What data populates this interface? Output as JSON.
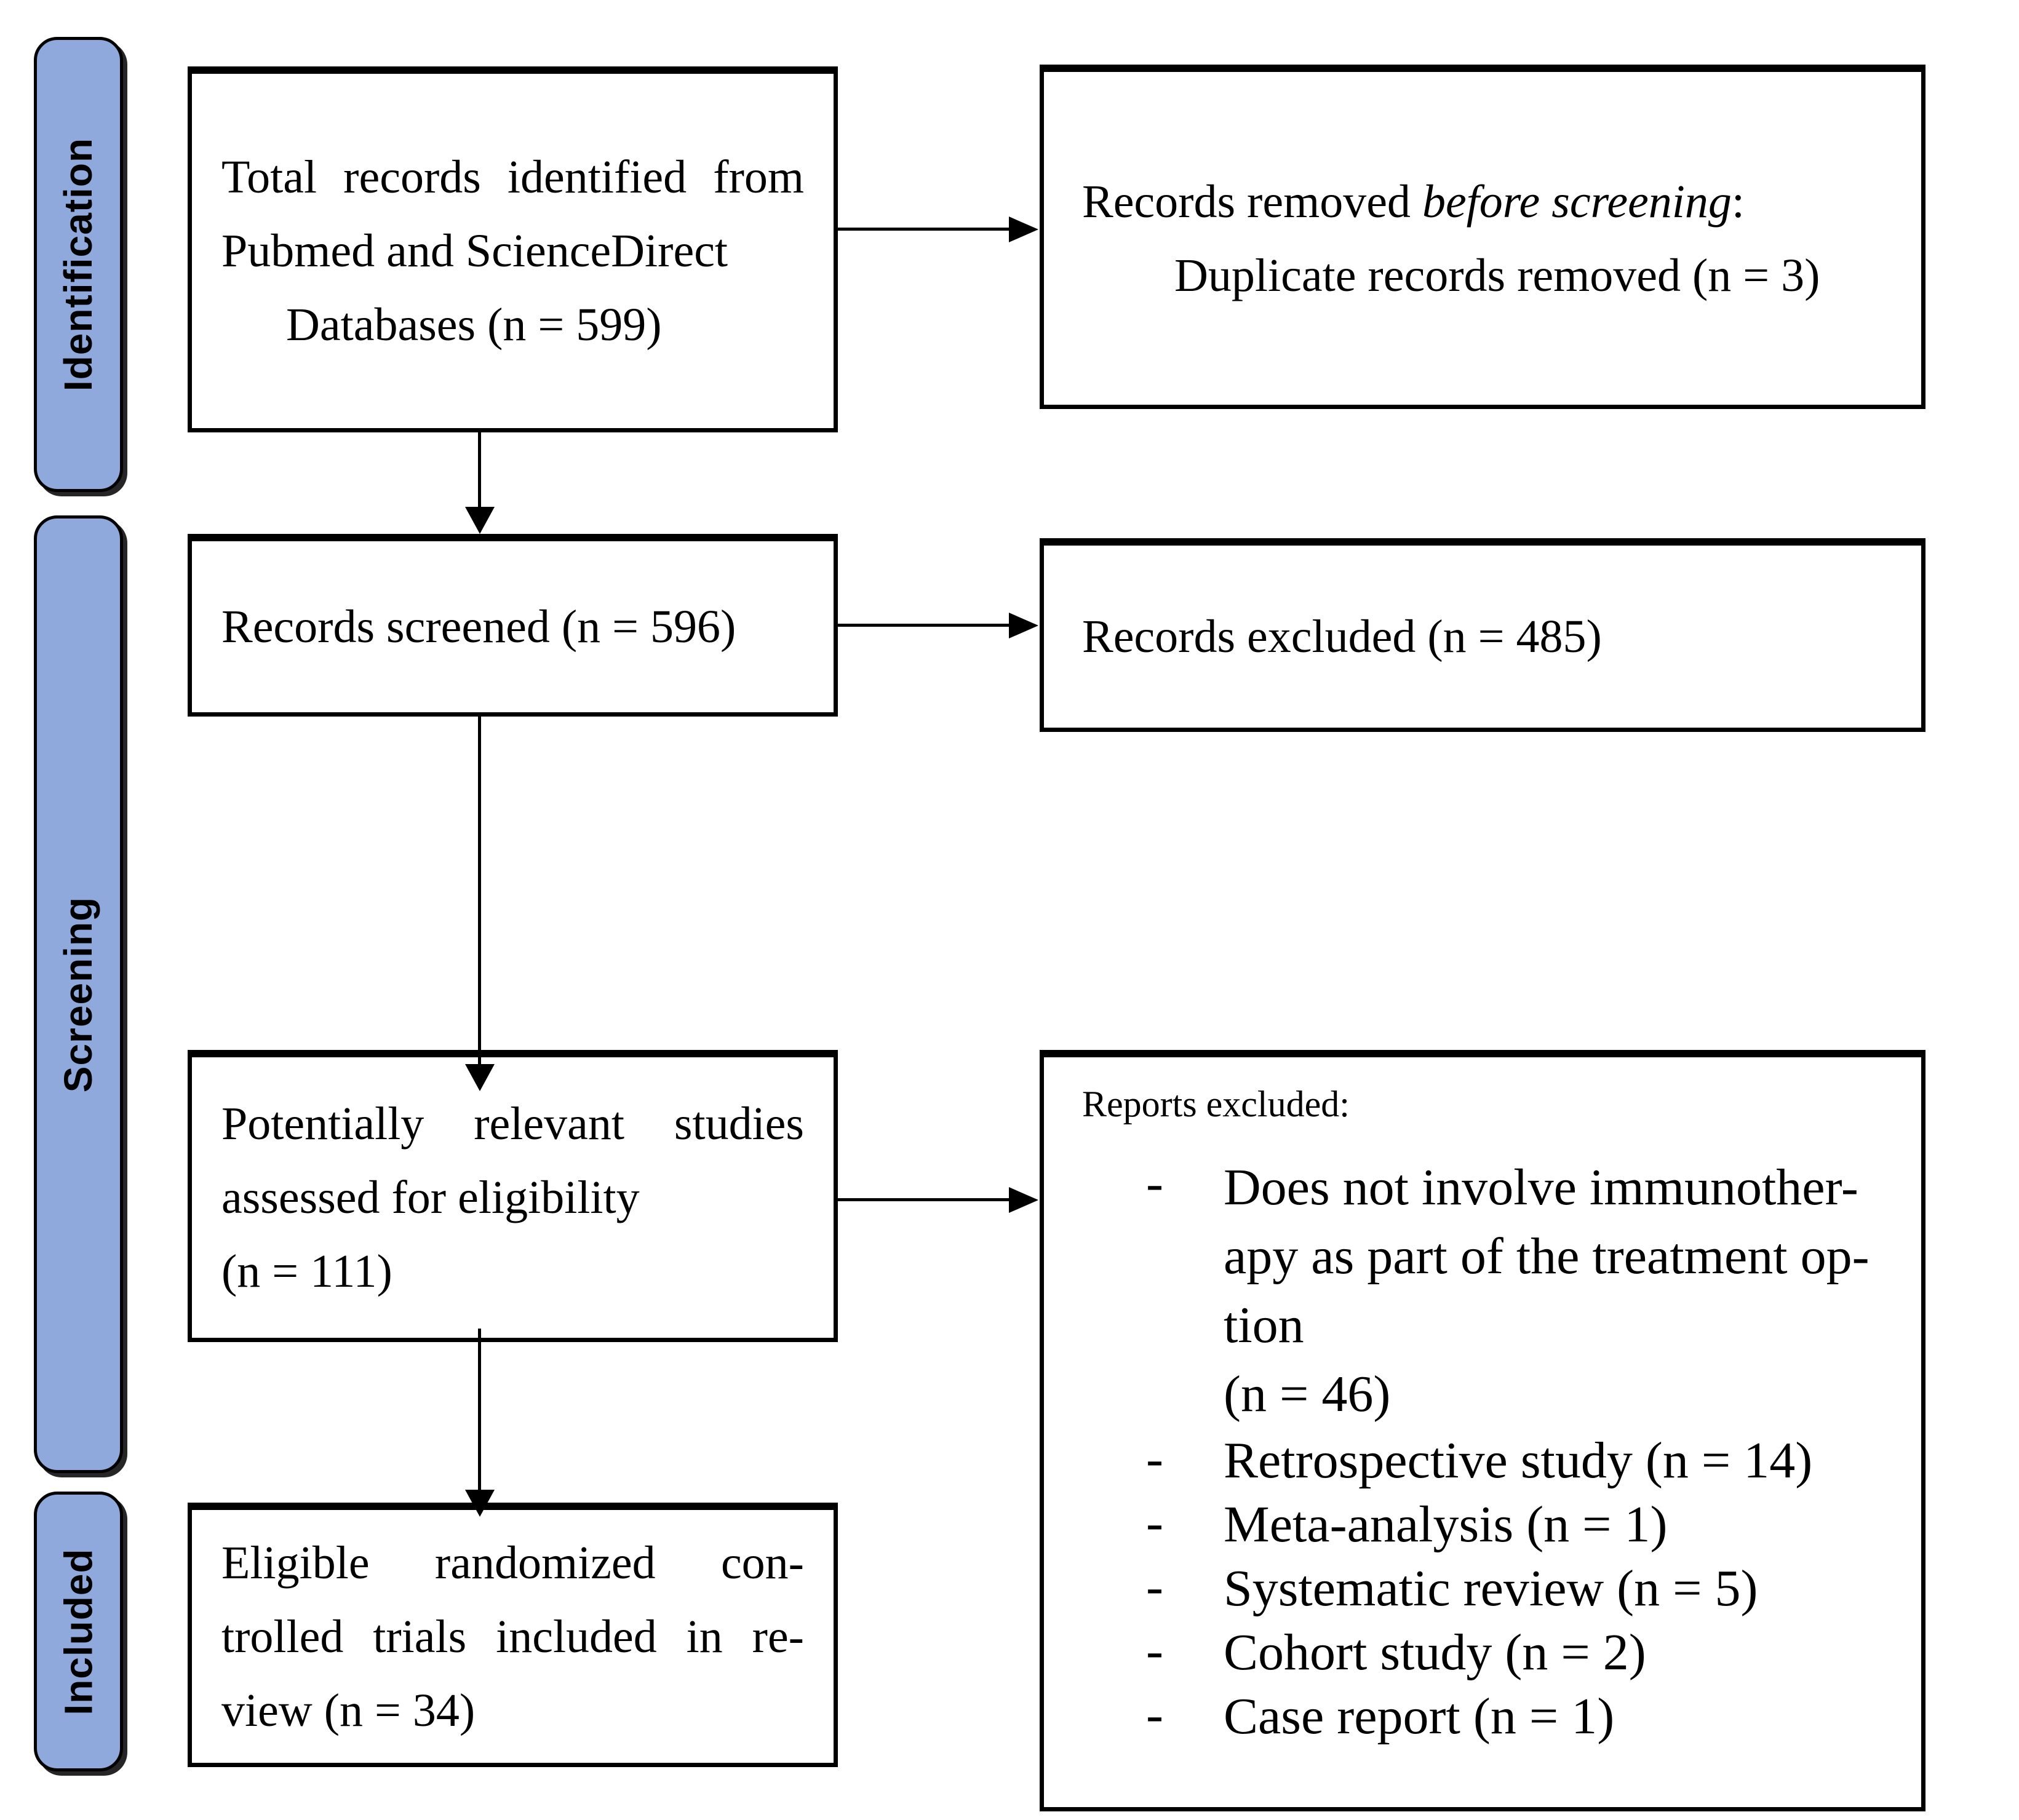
{
  "diagram": {
    "stages": [
      {
        "label": "Identification"
      },
      {
        "label": "Screening"
      },
      {
        "label": "Included"
      }
    ],
    "boxes": {
      "identified": {
        "lines": [
          "Total records identified from",
          "Pubmed and ScienceDirect",
          "Databases (n = 599)"
        ]
      },
      "removed_before_screening": {
        "line1_normal": "Records removed ",
        "line1_italic": "before screening",
        "line1_colon": ":",
        "line2": "Duplicate records removed (n = 3)"
      },
      "screened": {
        "text": "Records screened (n = 596)"
      },
      "records_excluded": {
        "text": "Records excluded (n = 485)"
      },
      "assessed": {
        "lines": [
          "Potentially relevant studies",
          "assessed for eligibility",
          "(n = 111)"
        ]
      },
      "reports_excluded": {
        "title": "Reports excluded:",
        "bullet": "-",
        "items": [
          {
            "lines": [
              "Does not involve immunother-",
              "apy as part of the treatment op-",
              "tion",
              "(n = 46)"
            ]
          },
          {
            "lines": [
              "Retrospective study (n = 14)"
            ]
          },
          {
            "lines": [
              "Meta-analysis (n = 1)"
            ]
          },
          {
            "lines": [
              "Systematic review (n = 5)"
            ]
          },
          {
            "lines": [
              "Cohort study (n = 2)"
            ]
          },
          {
            "lines": [
              "Case report (n = 1)"
            ]
          }
        ]
      },
      "included_trials": {
        "lines": [
          "Eligible randomized con-",
          "trolled trials included in re-",
          "view (n = 34)"
        ]
      }
    },
    "colors": {
      "stage_fill": "#8FA9DC",
      "border": "#000000"
    }
  }
}
